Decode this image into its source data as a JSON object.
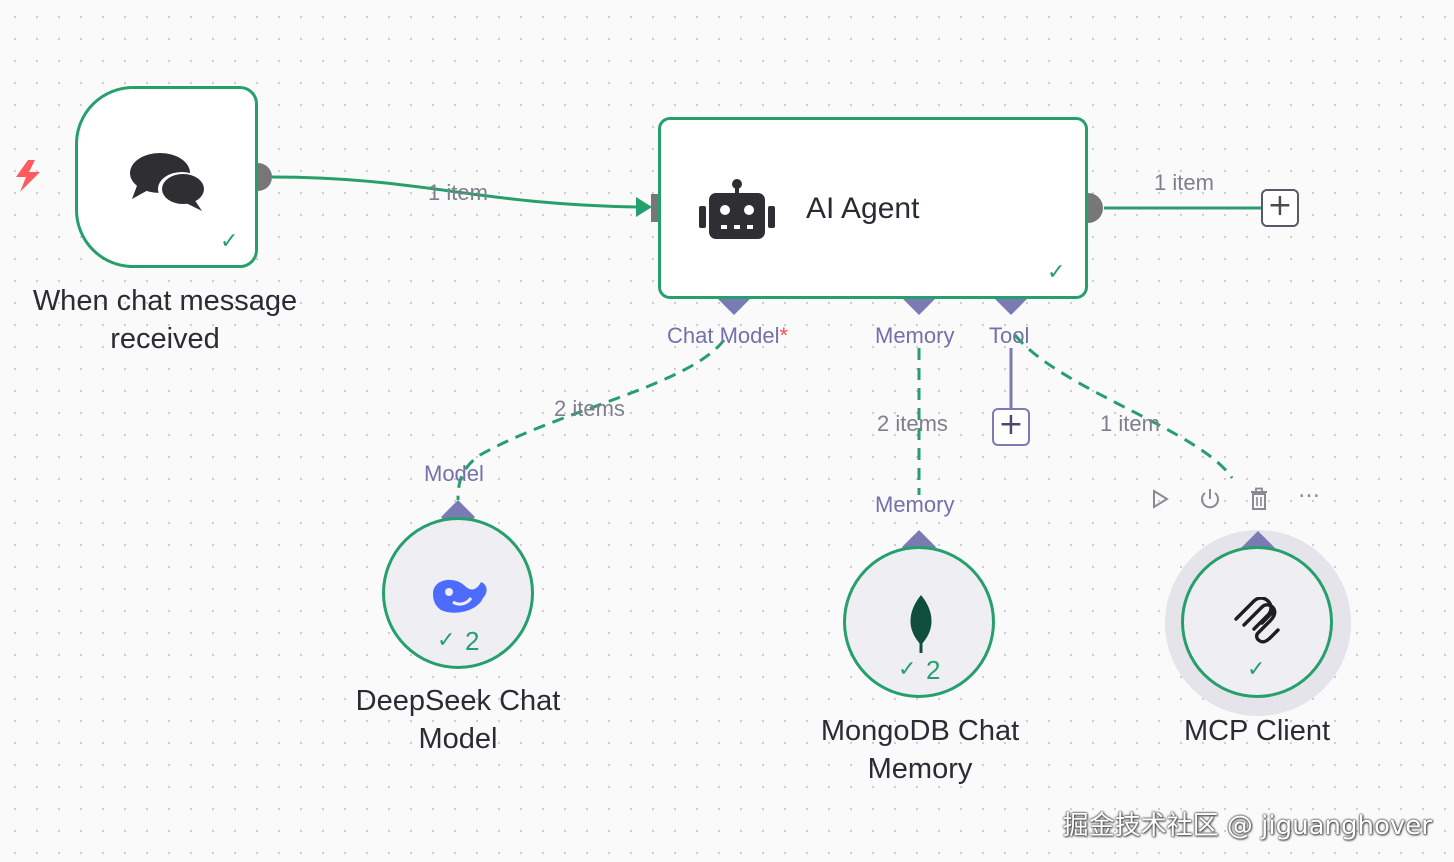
{
  "trigger_node": {
    "label": "When chat message received",
    "icon": "chat-bubbles-icon",
    "status": "success"
  },
  "agent_node": {
    "label": "AI Agent",
    "icon": "robot-icon",
    "status": "success"
  },
  "connections": {
    "trigger_to_agent": "1 item",
    "agent_output": "1 item",
    "chat_model": "2 items",
    "memory": "2 items",
    "tool": "1 item"
  },
  "agent_ports": {
    "chat_model": "Chat Model",
    "chat_model_required": "*",
    "memory": "Memory",
    "tool": "Tool"
  },
  "sub_nodes": {
    "deepseek": {
      "label": "DeepSeek Chat Model",
      "port": "Model",
      "count": "2",
      "icon": "whale-icon"
    },
    "mongodb": {
      "label": "MongoDB Chat Memory",
      "port": "Memory",
      "count": "2",
      "icon": "leaf-icon"
    },
    "mcp": {
      "label": "MCP Client",
      "icon": "mcp-icon"
    }
  },
  "node_toolbar": [
    "play-icon",
    "power-icon",
    "trash-icon",
    "more-icon"
  ],
  "watermark": "掘金技术社区 @ jiguanghover",
  "colors": {
    "success": "#26a06b",
    "port": "#7b7bb3",
    "danger": "#ff4d4f"
  }
}
